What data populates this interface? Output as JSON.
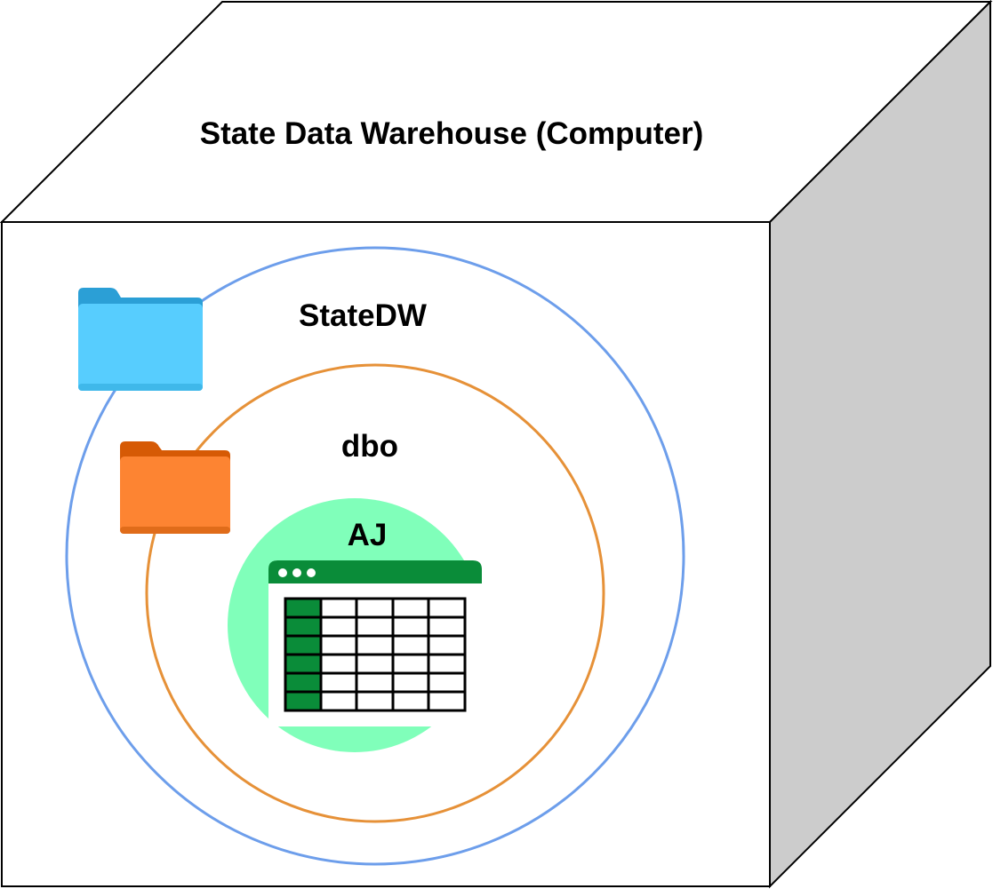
{
  "title": "State Data Warehouse (Computer)",
  "database": {
    "label": "StateDW",
    "icon": "folder-icon",
    "color": "#57cdfe",
    "ring_color": "#6d9eeb"
  },
  "schema": {
    "label": "dbo",
    "icon": "folder-icon",
    "color": "#fd8432",
    "ring_color": "#e69138"
  },
  "table": {
    "label": "AJ",
    "icon": "spreadsheet-icon",
    "fill_color": "#80ffba",
    "accent_color": "#0a8c39"
  },
  "cube": {
    "face_color": "#ffffff",
    "side_color": "#cccccc",
    "stroke_color": "#000000"
  }
}
